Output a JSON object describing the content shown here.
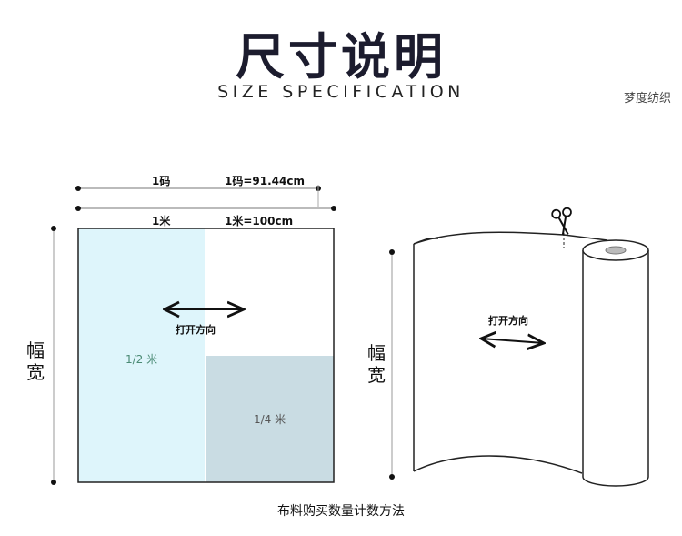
{
  "header": {
    "title": "尺寸说明",
    "subtitle": "SIZE SPECIFICATION",
    "brand": "梦度纺织"
  },
  "left_diagram": {
    "ma_label": "1码",
    "ma_value": "1码=91.44cm",
    "mi_label": "1米",
    "mi_value": "1米=100cm",
    "direction_label": "打开方向",
    "half_label": "1/2 米",
    "quarter_label": "1/4 米",
    "width_label_line1": "幅",
    "width_label_line2": "宽"
  },
  "right_diagram": {
    "direction_label": "打开方向",
    "width_label_line1": "幅",
    "width_label_line2": "宽",
    "scissors_icon": "scissors-icon"
  },
  "caption": "布料购买数量计数方法",
  "colors": {
    "half_fill": "#def5fb",
    "quarter_fill": "#c9dce3",
    "line": "#222222"
  }
}
